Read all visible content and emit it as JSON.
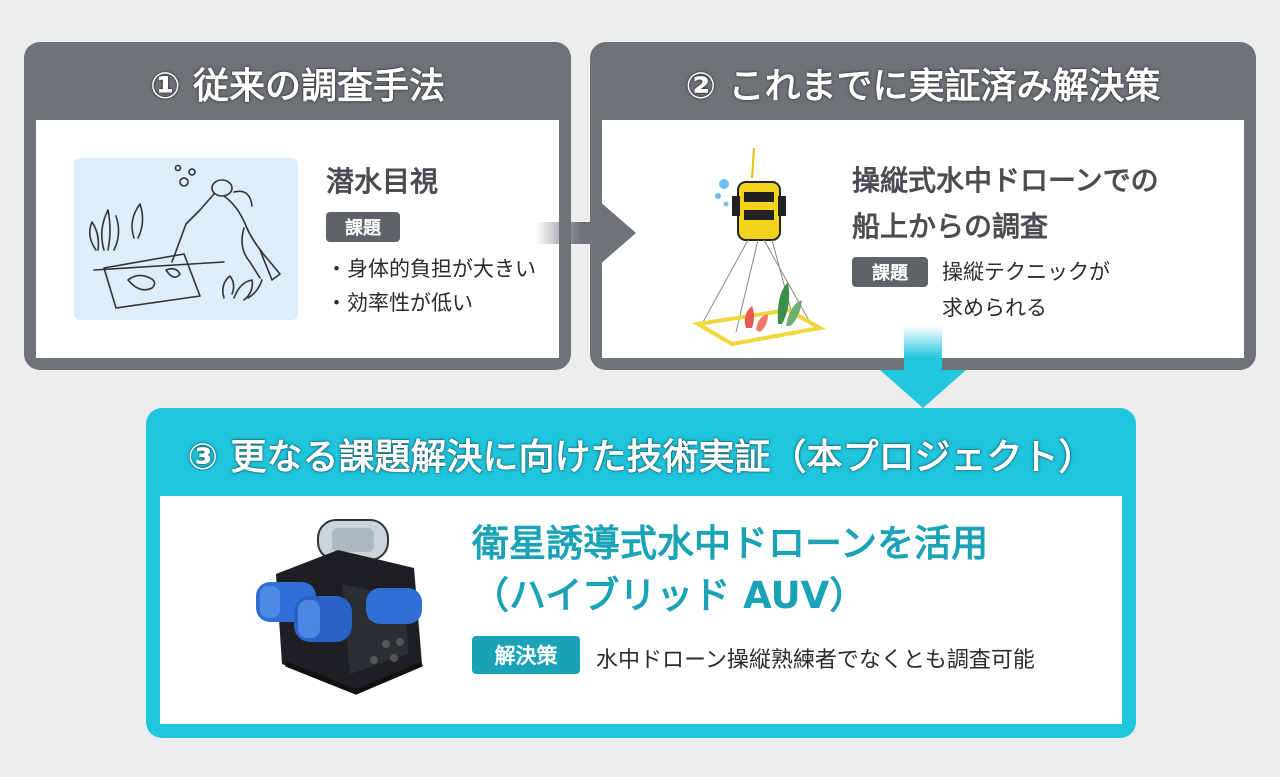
{
  "panel1": {
    "header": "① 従来の調査手法",
    "title": "潜水目視",
    "badge": "課題",
    "issues": [
      "・身体的負担が大きい",
      "・効率性が低い"
    ]
  },
  "panel2": {
    "header": "② これまでに実証済み解決策",
    "title_line1": "操縦式水中ドローンでの",
    "title_line2": "船上からの調査",
    "badge": "課題",
    "challenge_line1": "操縦テクニックが",
    "challenge_line2": "求められる"
  },
  "panel3": {
    "header": "③ 更なる課題解決に向けた技術実証（本プロジェクト）",
    "title_line1": "衛星誘導式水中ドローンを活用",
    "title_line2": "（ハイブリッド AUV）",
    "badge": "解決策",
    "solution": "水中ドローン操縦熟練者でなくとも調査可能"
  },
  "colors": {
    "gray_panel": "#6f7276",
    "cyan_panel": "#1fc6dd",
    "cyan_text": "#1aa2b6",
    "diver_bg": "#ddeefb"
  }
}
